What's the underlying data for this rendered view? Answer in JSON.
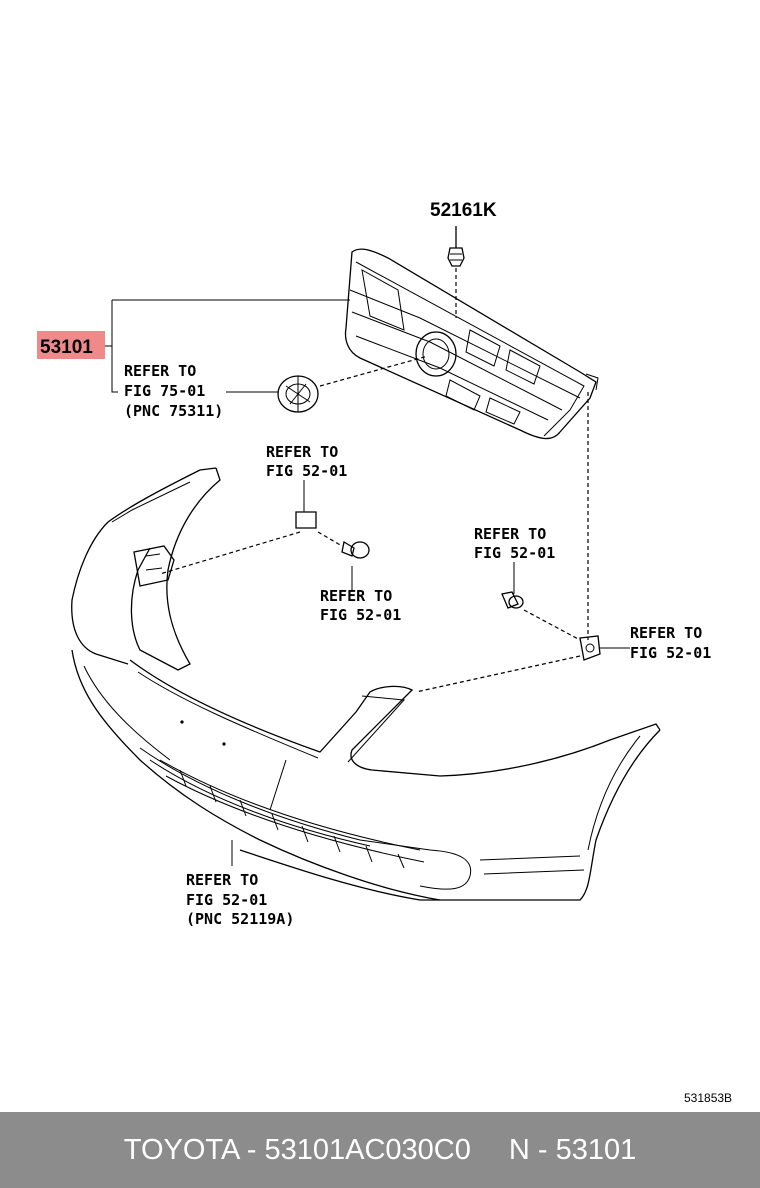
{
  "diagram": {
    "parts": {
      "grille": "53101",
      "clip": "52161K"
    },
    "refs": {
      "emblem": [
        "REFER TO",
        "FIG 75-01",
        "(PNC 75311)"
      ],
      "bracket_top": [
        "REFER TO",
        "FIG 52-01"
      ],
      "screw_mid": [
        "REFER TO",
        "FIG 52-01"
      ],
      "screw_right": [
        "REFER TO",
        "FIG 52-01"
      ],
      "retainer_right": [
        "REFER TO",
        "FIG 52-01"
      ],
      "bumper": [
        "REFER TO",
        "FIG 52-01",
        "(PNC 52119A)"
      ]
    },
    "illustration_code": "531853B",
    "highlight_color": "#f08a8a"
  },
  "footer": {
    "part_number": "TOYOTA - 53101AC030C0",
    "pnc": "N - 53101"
  }
}
